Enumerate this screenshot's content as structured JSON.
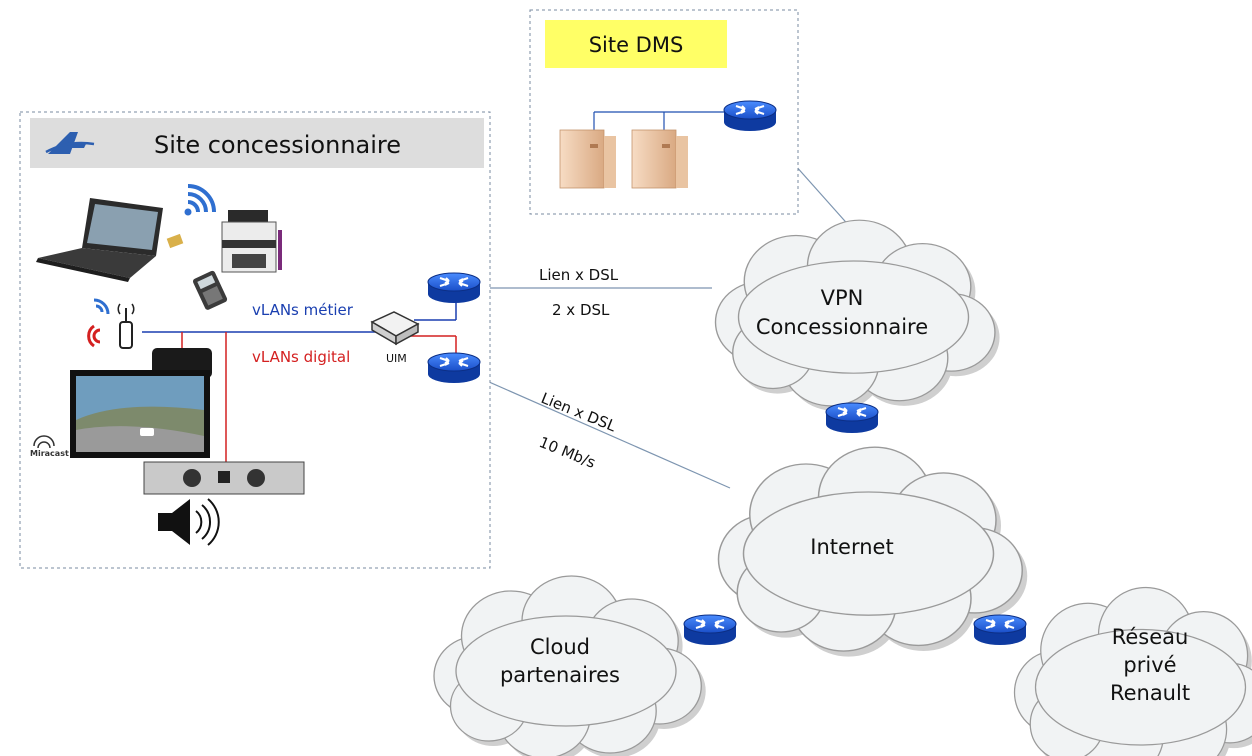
{
  "dms_site": {
    "title": "Site DMS"
  },
  "dealer_site": {
    "title": "Site concessionnaire",
    "vlan_business": "vLANs métier",
    "vlan_digital": "vLANs digital",
    "uim_label": "UIM",
    "miracast_label": "Miracast"
  },
  "links": {
    "vpn_link_1": "Lien x DSL",
    "vpn_link_2": "2 x DSL",
    "internet_link_1": "Lien x DSL",
    "internet_link_2": "10 Mb/s"
  },
  "clouds": {
    "vpn_line1": "VPN",
    "vpn_line2": "Concessionnaire",
    "internet": "Internet",
    "cloud_line1": "Cloud",
    "cloud_line2": "partenaires",
    "renault_line1": "Réseau",
    "renault_line2": "privé",
    "renault_line3": "Renault"
  },
  "colors": {
    "router_blue": "#1f5fd6",
    "vlan_blue": "#1a3fb0",
    "vlan_red": "#d42020",
    "dms_title_bg": "#ffff66",
    "dealer_header_bg": "#dddddd"
  },
  "icons": [
    "alpine-logo-icon",
    "laptop-icon",
    "wifi-icon",
    "printer-icon",
    "payment-terminal-icon",
    "access-point-icon",
    "uim-switch-icon",
    "media-box-icon",
    "screen-icon",
    "amplifier-icon",
    "speaker-icon",
    "server-icon",
    "router-icon",
    "cloud-icon"
  ]
}
